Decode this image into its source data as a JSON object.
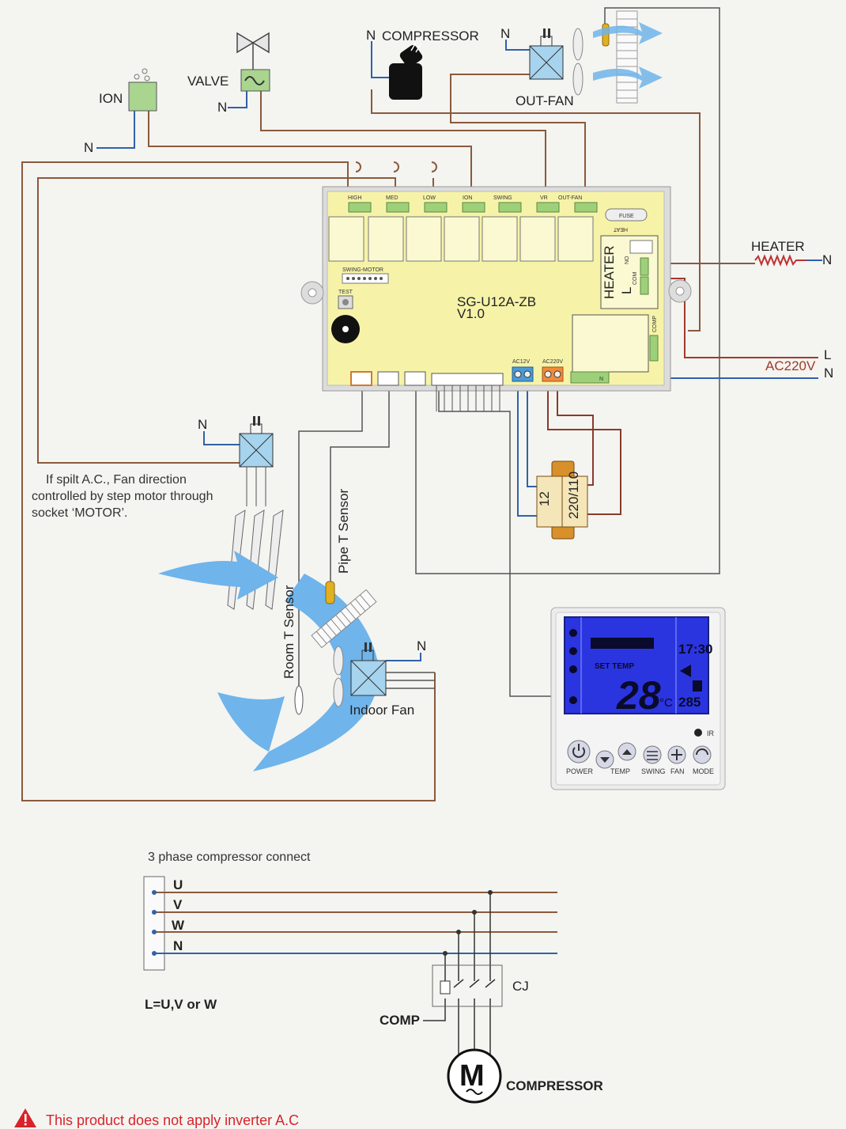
{
  "components": {
    "ion": "ION",
    "valve": "VALVE",
    "compressor_top": "COMPRESSOR",
    "out_fan": "OUT-FAN",
    "heater": "HEATER",
    "ac220v": "AC220V",
    "pipe_sensor": "Pipe T Sensor",
    "room_sensor": "Room T Sensor",
    "indoor_fan": "Indoor Fan",
    "neutral": "N",
    "live": "L"
  },
  "board": {
    "model": "SG-U12A-ZB",
    "version": "V1.0",
    "fuse": "FUSE",
    "heat_mirrored": "HEAT",
    "heater_block": "HEATER",
    "heater_l": "L",
    "heater_no": "NO",
    "heater_com": "COM",
    "comp": "COMP",
    "swing_motor": "SWING-MOTOR",
    "test": "TEST",
    "ac12v": "AC12V",
    "ac220v": "AC220V",
    "n_terminal": "N",
    "terminals": [
      "HIGH",
      "MED",
      "LOW",
      "ION",
      "SWING",
      "VR",
      "OUT-FAN"
    ]
  },
  "transformer": {
    "primary": "220/110",
    "secondary": "12"
  },
  "note": {
    "line1": "If spilt A.C., Fan direction",
    "line2": "controlled by step motor through",
    "line3": "socket ‘MOTOR’."
  },
  "controller": {
    "set_temp": "SET TEMP",
    "temperature": "28",
    "unit": "°C",
    "clock": "17:30",
    "small_value": "285",
    "ir": "IR",
    "buttons": [
      "POWER",
      "TEMP",
      "SWING",
      "FAN",
      "MODE"
    ]
  },
  "three_phase": {
    "title": "3 phase compressor connect",
    "phases": [
      "U",
      "V",
      "W",
      "N"
    ],
    "contactor": "CJ",
    "legend": "L=U,V or W",
    "comp": "COMP",
    "motor_letter": "M",
    "compressor": "COMPRESSOR"
  },
  "warning": "This product does not apply inverter A.C",
  "colors": {
    "brown_wire": "#8a5a3c",
    "blue_wire": "#2f62a8",
    "red_wire": "#a23a2a",
    "board_fill": "#f6f3a8",
    "lcd_blue": "#2a35e0",
    "airflow": "#6fb4ea"
  }
}
